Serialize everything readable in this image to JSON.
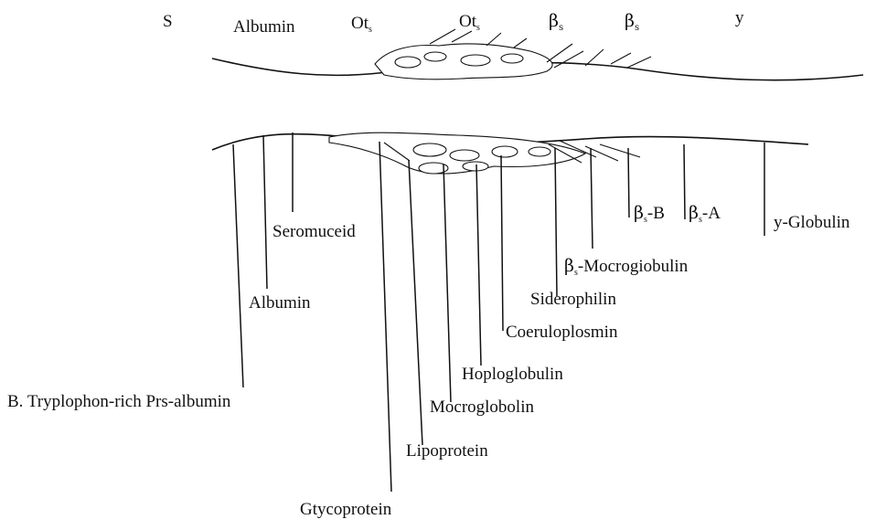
{
  "top_strip": {
    "labels": [
      "S",
      "Albumin",
      "Ot",
      "Ot",
      "β",
      "β",
      "y"
    ],
    "subscript": "s"
  },
  "bottom_strip": {
    "labels": [
      "Seromuceid",
      "Albumin",
      "B. Tryplophon-rich Prs-albumin",
      "Gtycoprotein",
      "Lipoprotein",
      "Mocroglobolin",
      "Hoploglobulin",
      "Coeruloplosmin",
      "Siderophilin",
      "-Mocrogiobulin",
      "-B",
      "-A",
      "y-Globulin"
    ],
    "beta": "β"
  }
}
